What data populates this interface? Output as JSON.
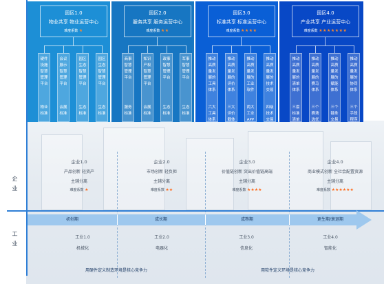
{
  "axes": {
    "y_label": "企业",
    "x_label": "工业"
  },
  "parks": [
    {
      "title": "园区1.0",
      "subtitle": "物业共享  物业运营中心",
      "difficulty_label": "难度系数",
      "stars": "★",
      "color": "#1d8fd6",
      "pillars": [
        {
          "top": "硬件\n设施\n智慧\n管理\n平台",
          "bottom": "物业\n标准"
        },
        {
          "top": "会议\n展示\n智慧\n管理\n平台",
          "bottom": "会展\n标准"
        },
        {
          "top": "园区\n生态\n智慧\n管理\n平台",
          "bottom": "生态\n标准"
        },
        {
          "top": "园区\n生态\n智慧\n管理\n平台",
          "bottom": "生态\n标准"
        }
      ]
    },
    {
      "title": "园区2.0",
      "subtitle": "服务共享  服务运营中心",
      "difficulty_label": "难度系数",
      "stars": "★★",
      "color": "#1776c2",
      "pillars": [
        {
          "top": "商事\n智慧\n管理\n平台",
          "bottom": "服务\n标准"
        },
        {
          "top": "知识\n产权\n智慧\n管理\n平台",
          "bottom": "会展\n标准"
        },
        {
          "top": "政事\n智慧\n管理\n平台",
          "bottom": "生态\n标准"
        },
        {
          "top": "军事\n智慧\n管理\n平台",
          "bottom": "生态\n标准"
        }
      ]
    },
    {
      "title": "园区3.0",
      "subtitle": "标准共享  标准运营中心",
      "difficulty_label": "难度系数",
      "stars": "★★★★",
      "color": "#0a5fd6",
      "pillars": [
        {
          "top": "推动\n高质\n量发\n展的\n工具\n体系",
          "bottom": "六大\n工具\n体系"
        },
        {
          "top": "推动\n高质\n量发\n展的\n评价\n体系",
          "bottom": "三大\n评价\n载体"
        },
        {
          "top": "推动\n高质\n量发\n展的\n工业\n软件",
          "bottom": "两大\n工业\nAPP"
        },
        {
          "top": "推动\n高质\n量发\n展的\n技术\n交易",
          "bottom": "四级\n技术\n交易"
        }
      ]
    },
    {
      "title": "园区4.0",
      "subtitle": "产业共享  产业运营中心",
      "difficulty_label": "难度系数",
      "stars": "★★★★★★★",
      "color": "#0848c6",
      "pillars": [
        {
          "top": "推动\n高质\n量发\n展的\n清单\n体系",
          "bottom": "三套\n标准\n清单"
        },
        {
          "top": "推动\n高质\n量发\n展的\n赛马\n体系",
          "bottom": "三个\n赛场\n选优"
        },
        {
          "top": "推动\n高质\n量发\n展的\n赋能\n体系",
          "bottom": "三个\n链条\n交易"
        },
        {
          "top": "推动\n高质\n量发\n展的\n协同\n体系",
          "bottom": "三个\n手段\n程序"
        }
      ]
    }
  ],
  "enterprises": [
    {
      "title": "企业1.0",
      "subtitle": "产品创新  轻资产",
      "mode": "主辅分离",
      "difficulty_label": "难度系数",
      "stars": "★"
    },
    {
      "title": "企业2.0",
      "subtitle": "市场创新  轻负担",
      "mode": "主辅分离",
      "difficulty_label": "难度系数",
      "stars": "★★"
    },
    {
      "title": "企业3.0",
      "subtitle": "价值链创新  突出价值链高端",
      "mode": "主辅分离",
      "difficulty_label": "难度系数",
      "stars": "★★★★"
    },
    {
      "title": "企业4.0",
      "subtitle": "商业模式创新  全社会配置资源",
      "mode": "主辅分离",
      "difficulty_label": "难度系数",
      "stars": "★★★★★★"
    }
  ],
  "stages": [
    "初创期",
    "成长期",
    "成熟期",
    "更生期/衰退期"
  ],
  "industry": [
    {
      "title": "工业1.0",
      "sub": "机械化"
    },
    {
      "title": "工业2.0",
      "sub": "电器化"
    },
    {
      "title": "工业3.0",
      "sub": "信息化"
    },
    {
      "title": "工业4.0",
      "sub": "智能化"
    }
  ],
  "bottom_bands": [
    "用硬件定义制造环境是核心竞争力",
    "用软件定义环境是核心竞争力"
  ]
}
